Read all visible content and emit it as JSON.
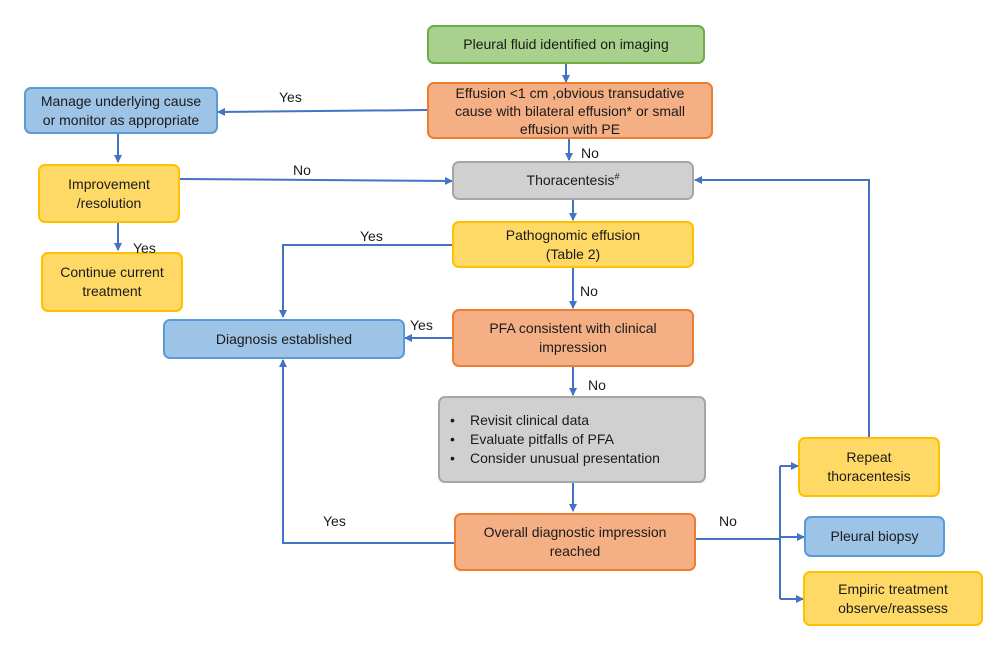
{
  "nodes": {
    "start": "Pleural fluid identified on imaging",
    "effusion_check": [
      "Effusion <1 cm ,obvious transudative",
      "cause with  bilateral effusion*  or small",
      "effusion with PE"
    ],
    "manage": [
      "Manage underlying cause",
      "or monitor as appropriate"
    ],
    "improvement": [
      "Improvement",
      "/resolution"
    ],
    "continue": [
      "Continue current",
      "treatment"
    ],
    "thoracentesis": "Thoracentesis",
    "thoracentesis_mark": "#",
    "pathognomic": [
      "Pathognomic  effusion",
      "(Table  2)"
    ],
    "diagnosis": "Diagnosis established",
    "pfa": [
      "PFA consistent with clinical",
      "impression"
    ],
    "revisit": [
      "Revisit clinical data",
      "Evaluate pitfalls of PFA",
      "Consider unusual presentation"
    ],
    "overall": [
      "Overall diagnostic impression",
      "reached"
    ],
    "repeat": [
      "Repeat",
      "thoracentesis"
    ],
    "biopsy": "Pleural biopsy",
    "empiric": [
      "Empiric treatment",
      "observe/reassess"
    ]
  },
  "edge_labels": {
    "effusion_yes": "Yes",
    "effusion_no": "No",
    "improvement_no": "No",
    "improvement_yes": "Yes",
    "pathognomic_yes": "Yes",
    "pathognomic_no": "No",
    "pfa_yes": "Yes",
    "pfa_no": "No",
    "overall_yes": "Yes",
    "overall_no": "No"
  },
  "colors": {
    "green": "#a9d18e",
    "orange": "#f4b084",
    "blue": "#9dc3e6",
    "yellow": "#ffd966",
    "gray": "#d0d0d0",
    "arrow": "#4472c4"
  }
}
